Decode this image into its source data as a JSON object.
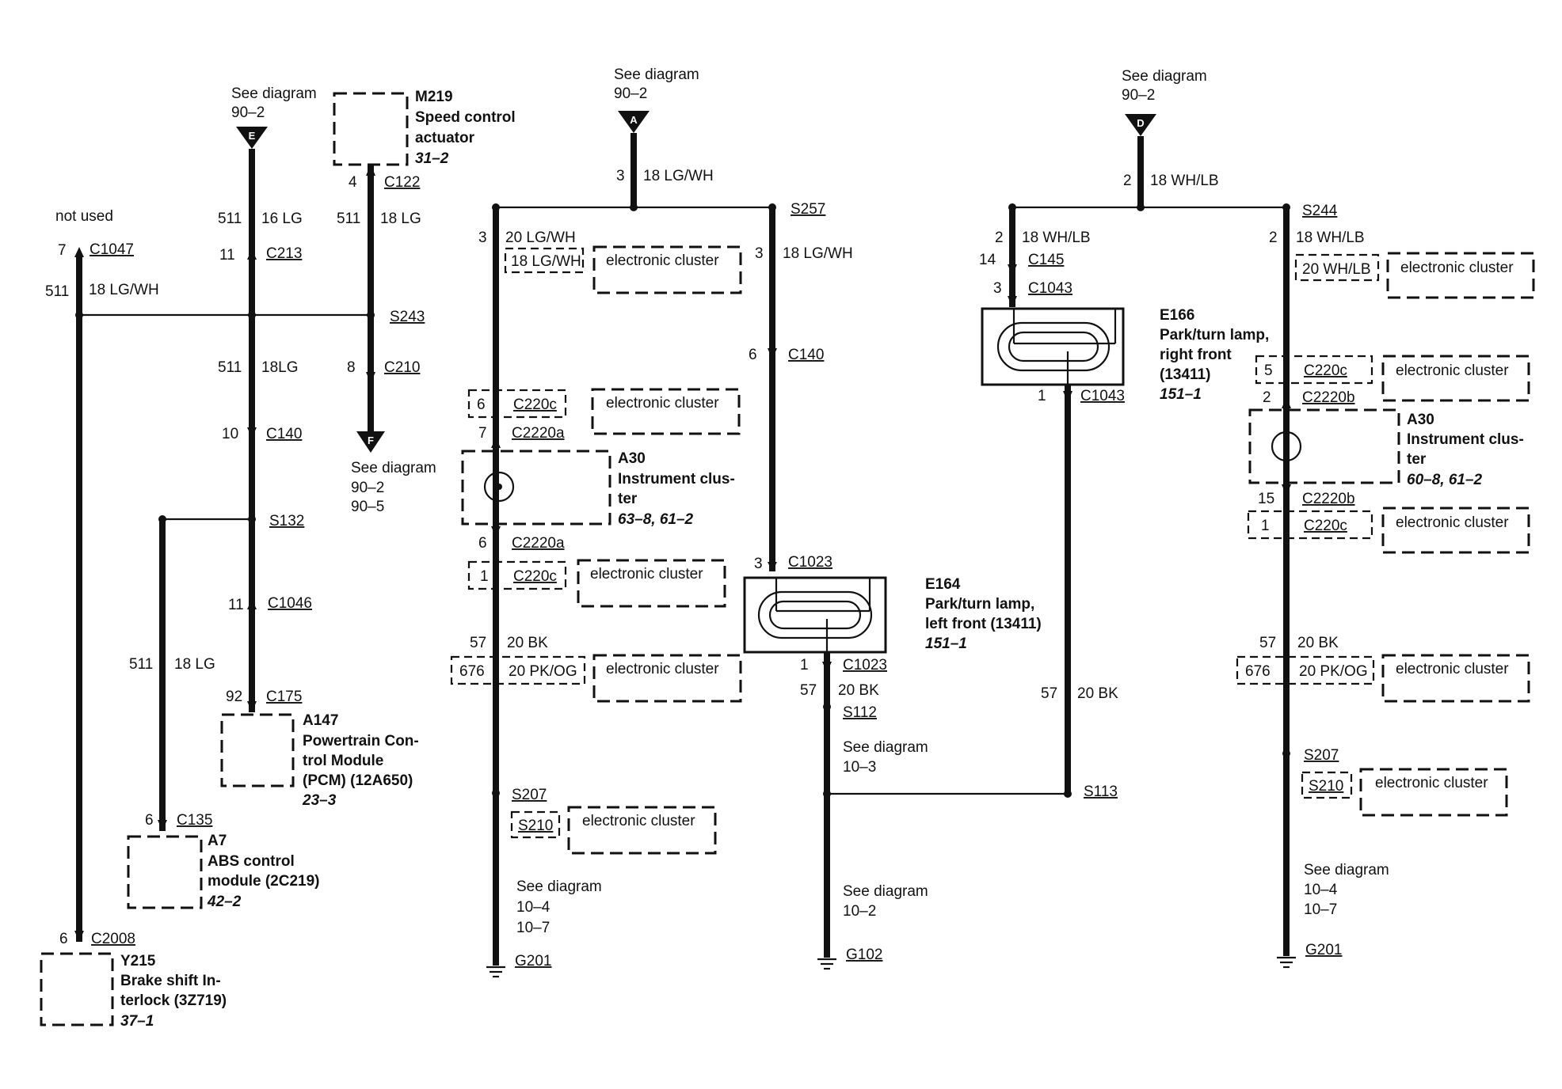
{
  "refs": {
    "see_diagram": "See diagram",
    "d90_2": "90–2",
    "d90_5": "90–5",
    "d10_3": "10–3",
    "d10_4": "10–4",
    "d10_7": "10–7",
    "d10_2": "10–2",
    "not_used": "not used"
  },
  "connector_letters": {
    "E": "E",
    "F": "F",
    "A": "A",
    "D": "D"
  },
  "components": {
    "m219": {
      "id": "M219",
      "l1": "Speed control",
      "l2": "actuator",
      "ref": "31–2"
    },
    "a147": {
      "id": "A147",
      "l1": "Powertrain Con-",
      "l2": "trol Module",
      "l3": "(PCM) (12A650)",
      "ref": "23–3"
    },
    "a7": {
      "id": "A7",
      "l1": "ABS control",
      "l2": "module (2C219)",
      "ref": "42–2"
    },
    "y215": {
      "id": "Y215",
      "l1": "Brake shift In-",
      "l2": "terlock (3Z719)",
      "ref": "37–1"
    },
    "a30_left": {
      "id": "A30",
      "l1": "Instrument clus-",
      "l2": "ter",
      "ref": "63–8, 61–2"
    },
    "a30_right": {
      "id": "A30",
      "l1": "Instrument clus-",
      "l2": "ter",
      "ref": "60–8, 61–2"
    },
    "e164": {
      "id": "E164",
      "l1": "Park/turn lamp,",
      "l2": "left front (13411)",
      "ref": "151–1"
    },
    "e166": {
      "id": "E166",
      "l1": "Park/turn lamp,",
      "l2": "right front",
      "l3": "(13411)",
      "ref": "151–1"
    },
    "electronic_cluster": "electronic cluster"
  },
  "connectors": {
    "c1047": "C1047",
    "c2008": "C2008",
    "c213": "C213",
    "c140": "C140",
    "c1046": "C1046",
    "c175": "C175",
    "c135": "C135",
    "c122": "C122",
    "c210": "C210",
    "c220c": "C220c",
    "c2220a": "C2220a",
    "c1023": "C1023",
    "c145": "C145",
    "c1043": "C1043",
    "c2220b": "C2220b"
  },
  "splices": {
    "s243": "S243",
    "s132": "S132",
    "s257": "S257",
    "s207": "S207",
    "s210": "S210",
    "s112": "S112",
    "s113": "S113",
    "s244": "S244"
  },
  "grounds": {
    "g201": "G201",
    "g102": "G102"
  },
  "pins": {
    "p1": "1",
    "p2": "2",
    "p3": "3",
    "p4": "4",
    "p5": "5",
    "p6": "6",
    "p7": "7",
    "p8": "8",
    "p10": "10",
    "p11": "11",
    "p14": "14",
    "p15": "15",
    "p57": "57",
    "p92": "92",
    "p511": "511",
    "p676": "676"
  },
  "wires": {
    "w18lgwh": "18 LG/WH",
    "w16lg": "16 LG",
    "w18lg": "18 LG",
    "w18lg_nospace": "18LG",
    "w20lgwh": "20 LG/WH",
    "w18lgwh_slash": "18 LG/WH",
    "w20bk": "20 BK",
    "w20pkog": "20 PK/OG",
    "w18whlb": "18 WH/LB",
    "w20whlb": "20 WH/LB",
    "w18lgwh_c": "18 LG/WH"
  }
}
